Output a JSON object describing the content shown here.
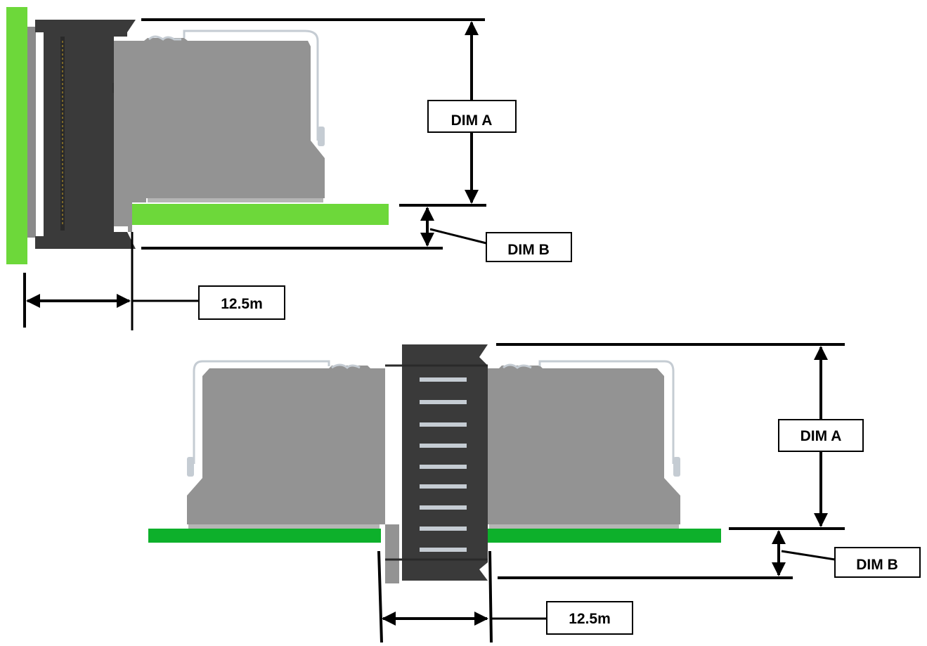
{
  "top_figure": {
    "dim_a": "DIM A",
    "dim_b": "DIM B",
    "spacing": "12.5m"
  },
  "bottom_figure": {
    "dim_a": "DIM A",
    "dim_b": "DIM B",
    "spacing": "12.5m"
  },
  "colors": {
    "connector_housing": "#939393",
    "connector_latch": "#c5ccd3",
    "card_guide": "#3a3a3a",
    "pcb_light": "#6dd83a",
    "pcb_dark": "#0db02b",
    "dimension_line": "#000000",
    "label_box": "#ffffff"
  }
}
